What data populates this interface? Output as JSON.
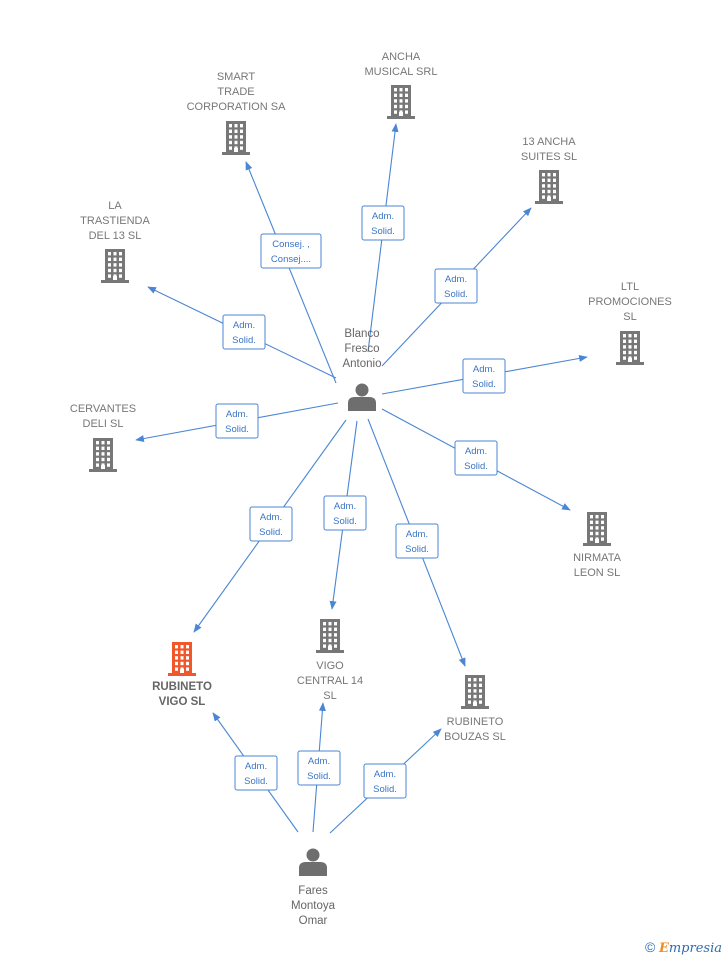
{
  "colors": {
    "building": "#777777",
    "building_highlight": "#f0582c",
    "person": "#6e6e6e",
    "edge": "#4a86d4"
  },
  "companies": [
    {
      "id": "smart-trade",
      "lines": [
        "SMART",
        "TRADE",
        "CORPORATION SA"
      ]
    },
    {
      "id": "ancha-musical",
      "lines": [
        "ANCHA",
        "MUSICAL SRL"
      ]
    },
    {
      "id": "13-ancha-suites",
      "lines": [
        "13 ANCHA",
        "SUITES  SL"
      ]
    },
    {
      "id": "la-trastienda",
      "lines": [
        "LA",
        "TRASTIENDA",
        "DEL 13 SL"
      ]
    },
    {
      "id": "ltl-promociones",
      "lines": [
        "LTL",
        "PROMOCIONES",
        "SL"
      ]
    },
    {
      "id": "cervantes-deli",
      "lines": [
        "CERVANTES",
        "DELI  SL"
      ]
    },
    {
      "id": "nirmata-leon",
      "lines": [
        "NIRMATA",
        "LEON  SL"
      ]
    },
    {
      "id": "rubineto-vigo",
      "lines": [
        "RUBINETO",
        "VIGO  SL"
      ],
      "highlight": true
    },
    {
      "id": "vigo-central-14",
      "lines": [
        "VIGO",
        "CENTRAL 14",
        "SL"
      ]
    },
    {
      "id": "rubineto-bouzas",
      "lines": [
        "RUBINETO",
        "BOUZAS  SL"
      ]
    }
  ],
  "persons": [
    {
      "id": "blanco-fresco",
      "lines": [
        "Blanco",
        "Fresco",
        "Antonio"
      ]
    },
    {
      "id": "fares-montoya",
      "lines": [
        "Fares",
        "Montoya",
        "Omar"
      ]
    }
  ],
  "relations": [
    {
      "from": "blanco-fresco",
      "to": "smart-trade",
      "lines": [
        "Consej. ,",
        "Consej...."
      ]
    },
    {
      "from": "blanco-fresco",
      "to": "ancha-musical",
      "lines": [
        "Adm.",
        "Solid."
      ]
    },
    {
      "from": "blanco-fresco",
      "to": "13-ancha-suites",
      "lines": [
        "Adm.",
        "Solid."
      ]
    },
    {
      "from": "blanco-fresco",
      "to": "la-trastienda",
      "lines": [
        "Adm.",
        "Solid."
      ]
    },
    {
      "from": "blanco-fresco",
      "to": "ltl-promociones",
      "lines": [
        "Adm.",
        "Solid."
      ]
    },
    {
      "from": "blanco-fresco",
      "to": "cervantes-deli",
      "lines": [
        "Adm.",
        "Solid."
      ]
    },
    {
      "from": "blanco-fresco",
      "to": "nirmata-leon",
      "lines": [
        "Adm.",
        "Solid."
      ]
    },
    {
      "from": "blanco-fresco",
      "to": "rubineto-vigo",
      "lines": [
        "Adm.",
        "Solid."
      ]
    },
    {
      "from": "blanco-fresco",
      "to": "vigo-central-14",
      "lines": [
        "Adm.",
        "Solid."
      ]
    },
    {
      "from": "blanco-fresco",
      "to": "rubineto-bouzas",
      "lines": [
        "Adm.",
        "Solid."
      ]
    },
    {
      "from": "fares-montoya",
      "to": "rubineto-vigo",
      "lines": [
        "Adm.",
        "Solid."
      ]
    },
    {
      "from": "fares-montoya",
      "to": "vigo-central-14",
      "lines": [
        "Adm.",
        "Solid."
      ]
    },
    {
      "from": "fares-montoya",
      "to": "rubineto-bouzas",
      "lines": [
        "Adm.",
        "Solid."
      ]
    }
  ],
  "watermark": {
    "copyright": "©",
    "brand_initial": "E",
    "brand_rest": "mpresia"
  }
}
